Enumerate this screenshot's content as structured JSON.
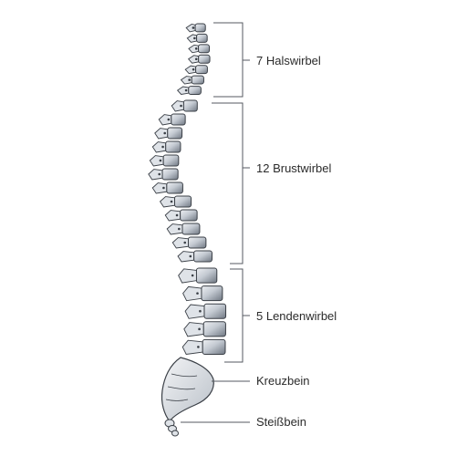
{
  "labels": {
    "cervical": "7 Halswirbel",
    "thoracic": "12 Brustwirbel",
    "lumbar": "5 Lendenwirbel",
    "sacrum": "Kreuzbein",
    "coccyx": "Steißbein"
  },
  "counts": {
    "cervical": 7,
    "thoracic": 12,
    "lumbar": 5
  },
  "colors": {
    "bone_light": "#dfe3e8",
    "bone_dark": "#6f7782",
    "outline": "#3a3f46",
    "bracket": "#555a60"
  }
}
